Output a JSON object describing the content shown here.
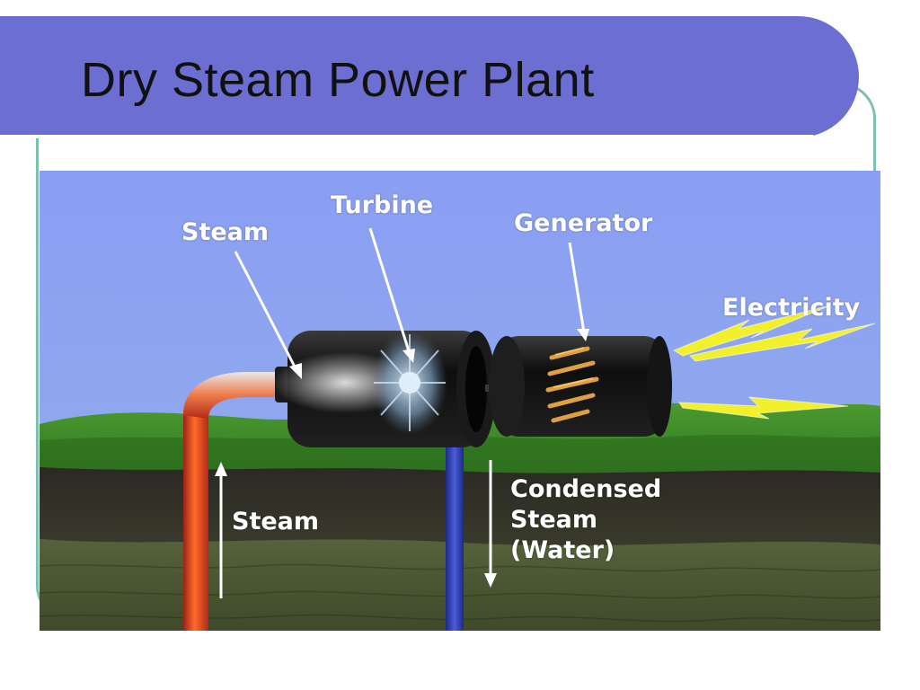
{
  "slide": {
    "title": "Dry Steam Power Plant"
  },
  "diagram": {
    "labels": {
      "steam_top": "Steam",
      "turbine": "Turbine",
      "generator": "Generator",
      "electricity": "Electricity",
      "steam_bottom": "Steam",
      "condensed_line1": "Condensed",
      "condensed_line2": "Steam",
      "condensed_line3": "(Water)"
    },
    "colors": {
      "title_bar": "#6c6ed1",
      "frame": "#7fbfb0",
      "sky": "#8a9ef0",
      "grass": "#3d8a2a",
      "soil": "#2f2f28",
      "rock": "#4d5a34",
      "steam_pipe": "#d8402a",
      "water_pipe": "#2a38a8",
      "lightning": "#f2f02a",
      "housing": "#151515",
      "label_text": "#ffffff"
    },
    "icons": [
      "turbine-icon",
      "generator-icon",
      "lightning-icon",
      "arrow-up-icon",
      "arrow-down-icon",
      "pointer-arrow-icon"
    ]
  }
}
